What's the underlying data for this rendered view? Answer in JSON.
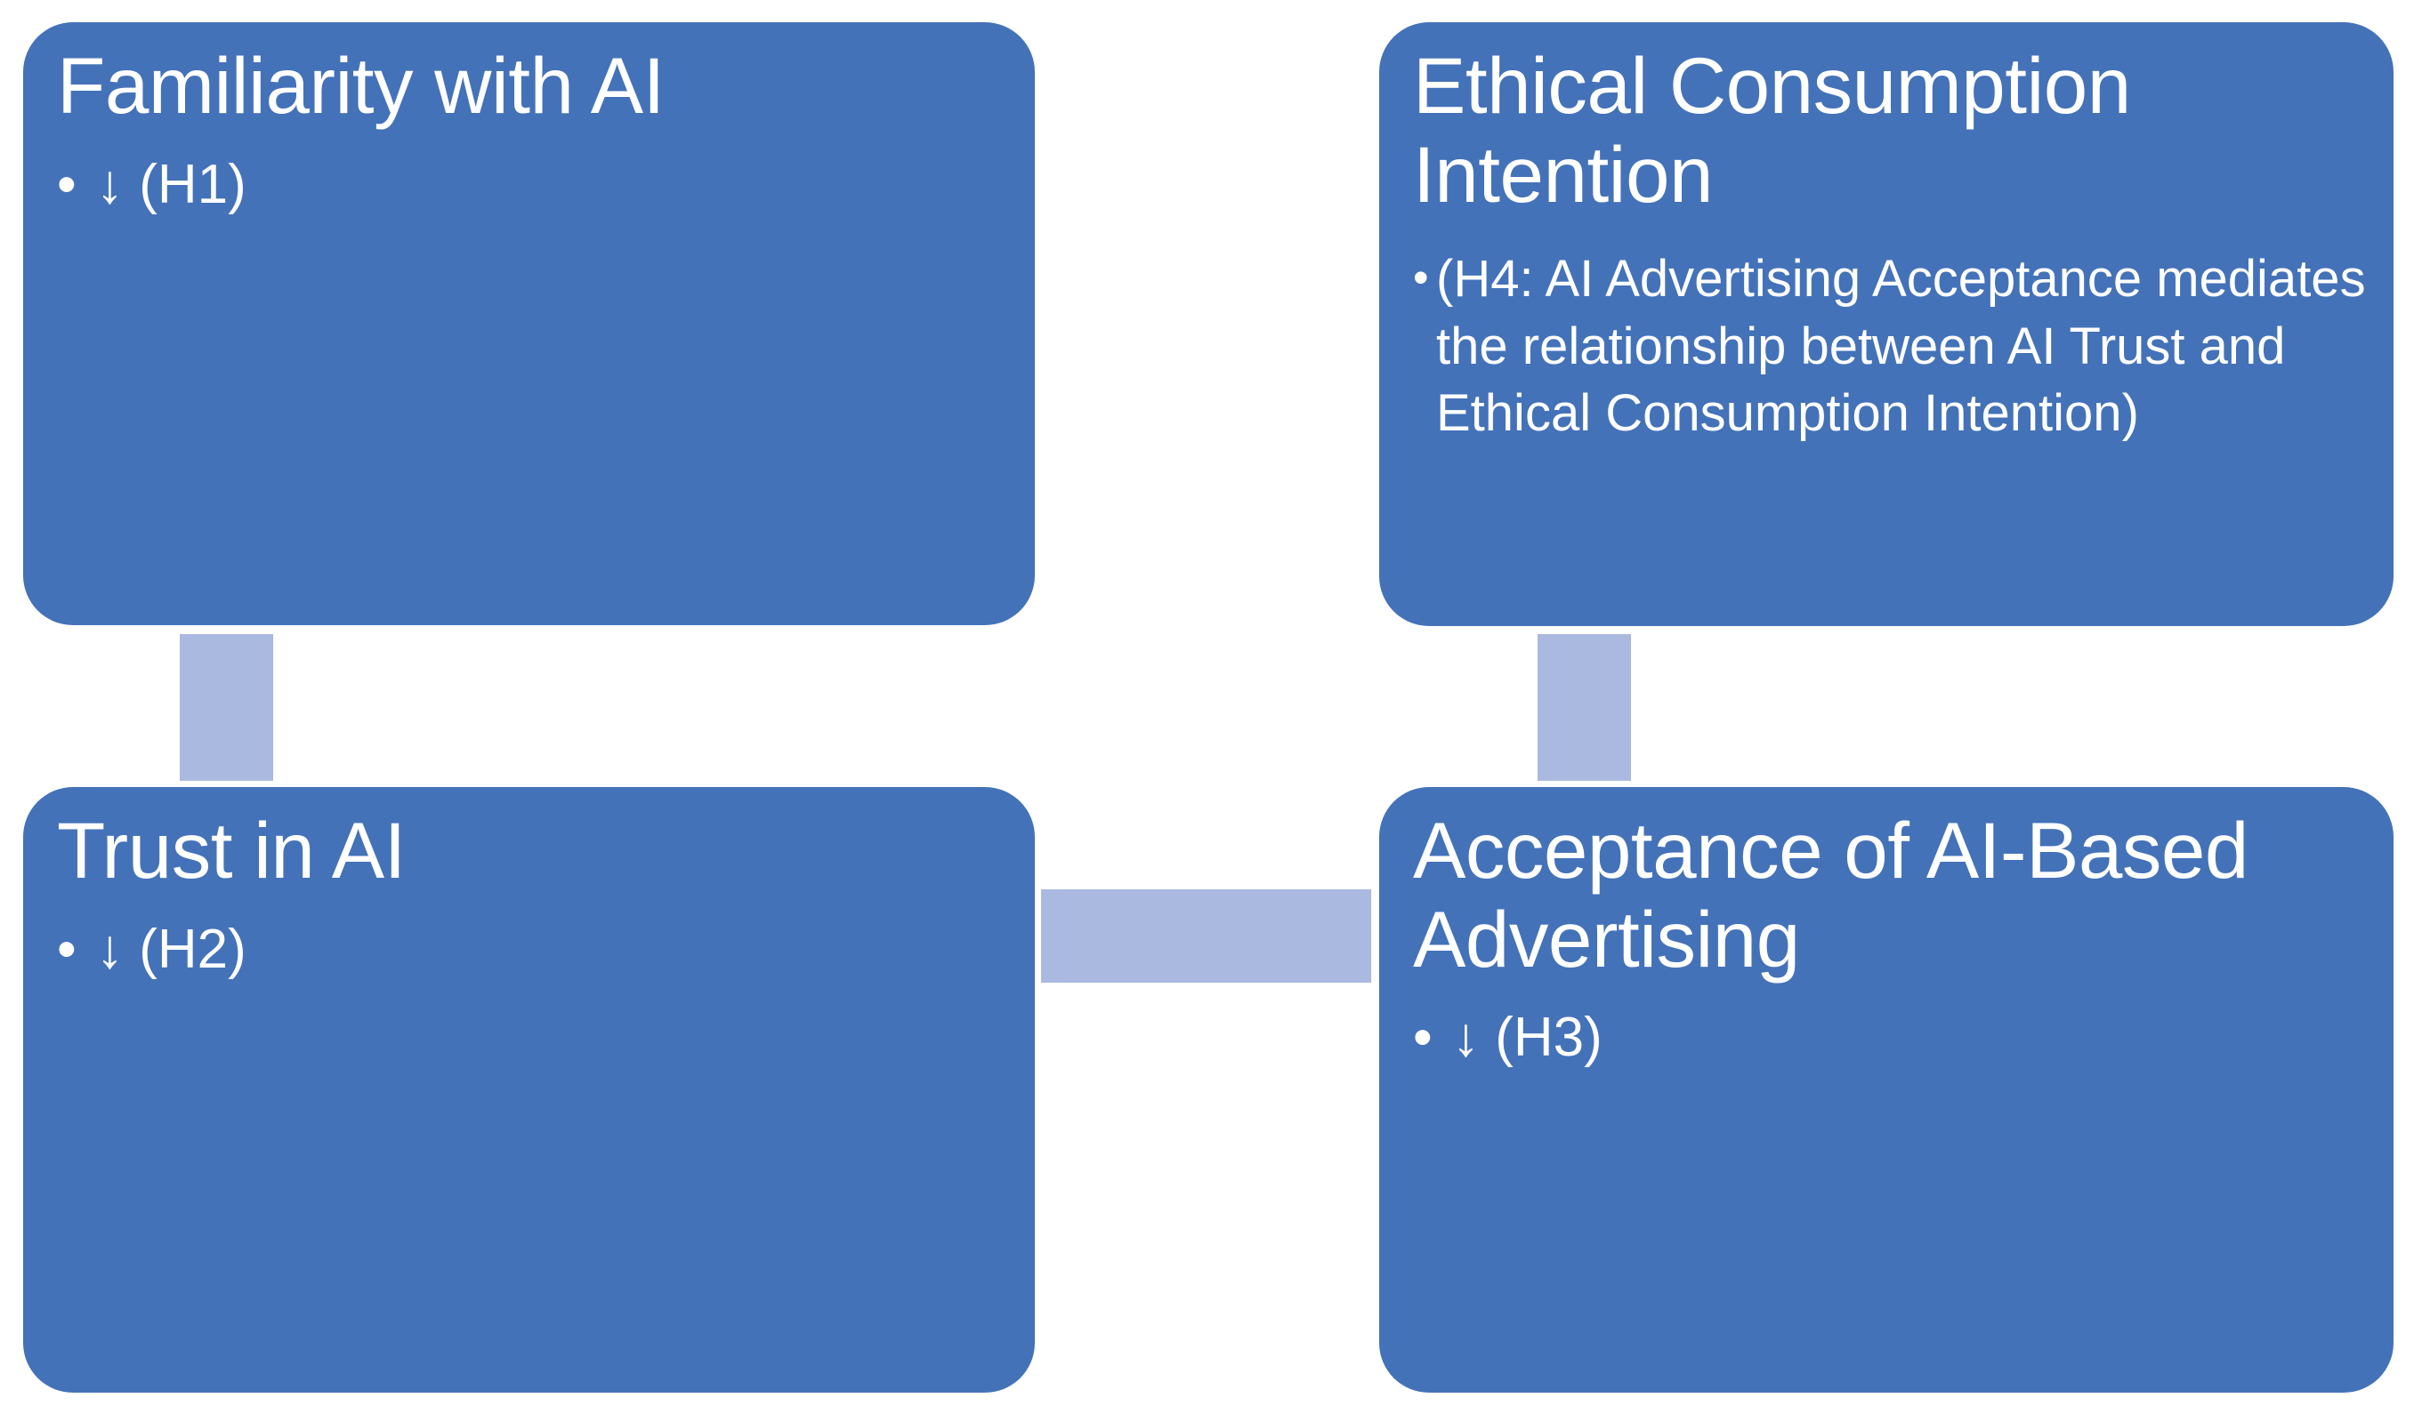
{
  "diagram": {
    "type": "conceptual-research-model",
    "background_color": "#FFFFFF",
    "node_fill_color": "#4472B8",
    "node_text_color": "#FFFFFF",
    "connector_color": "#AAB9E0",
    "nodes": [
      {
        "id": "familiarity",
        "title": "Familiarity with AI",
        "bullets": [
          {
            "marker": "•",
            "text": "↓ (H1)"
          }
        ]
      },
      {
        "id": "ethical",
        "title": "Ethical Consumption Intention",
        "bullets": [
          {
            "marker": "•",
            "text": "(H4: AI Advertising Acceptance mediates the relationship between AI Trust and Ethical Consumption Intention)"
          }
        ]
      },
      {
        "id": "trust",
        "title": "Trust in AI",
        "bullets": [
          {
            "marker": "•",
            "text": "↓ (H2)"
          }
        ]
      },
      {
        "id": "acceptance",
        "title": "Acceptance of AI-Based Advertising",
        "bullets": [
          {
            "marker": "•",
            "text": "↓ (H3)"
          }
        ]
      }
    ],
    "connectors": [
      {
        "id": "familiarity-trust",
        "orientation": "vertical",
        "from": "familiarity",
        "to": "trust"
      },
      {
        "id": "ethical-acceptance",
        "orientation": "vertical",
        "from": "ethical",
        "to": "acceptance"
      },
      {
        "id": "trust-acceptance",
        "orientation": "horizontal",
        "from": "trust",
        "to": "acceptance"
      }
    ]
  }
}
